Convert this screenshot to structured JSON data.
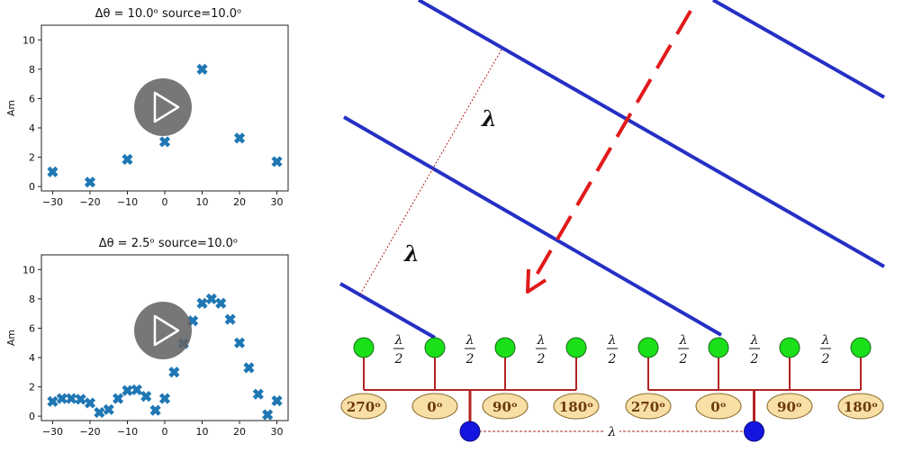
{
  "plots": [
    {
      "id": "top",
      "title": "Δθ = 10.0ᵒ  source=10.0ᵒ",
      "ylabel": "Am",
      "xlim": [
        -33,
        33
      ],
      "ylim": [
        -0.3,
        11
      ],
      "xticks": [
        -30,
        -20,
        -10,
        0,
        10,
        20,
        30
      ],
      "yticks": [
        0,
        2,
        4,
        6,
        8,
        10
      ],
      "marker_color": "#1f77b4",
      "points": [
        [
          -30,
          1.0
        ],
        [
          -20,
          0.3
        ],
        [
          -10,
          1.85
        ],
        [
          0,
          3.05
        ],
        [
          10,
          8.0
        ],
        [
          20,
          3.3
        ],
        [
          30,
          1.7
        ]
      ]
    },
    {
      "id": "bottom",
      "title": "Δθ = 2.5ᵒ  source=10.0ᵒ",
      "ylabel": "Am",
      "xlim": [
        -33,
        33
      ],
      "ylim": [
        -0.3,
        11
      ],
      "xticks": [
        -30,
        -20,
        -10,
        0,
        10,
        20,
        30
      ],
      "yticks": [
        0,
        2,
        4,
        6,
        8,
        10
      ],
      "marker_color": "#1f77b4",
      "points": [
        [
          -30,
          1.0
        ],
        [
          -27.5,
          1.2
        ],
        [
          -25,
          1.2
        ],
        [
          -22.5,
          1.15
        ],
        [
          -20,
          0.9
        ],
        [
          -17.5,
          0.25
        ],
        [
          -15,
          0.45
        ],
        [
          -12.5,
          1.2
        ],
        [
          -10,
          1.75
        ],
        [
          -7.5,
          1.8
        ],
        [
          -5,
          1.35
        ],
        [
          -2.5,
          0.4
        ],
        [
          0,
          1.2
        ],
        [
          2.5,
          3.0
        ],
        [
          5,
          4.95
        ],
        [
          7.5,
          6.5
        ],
        [
          10,
          7.7
        ],
        [
          12.5,
          8.0
        ],
        [
          15,
          7.7
        ],
        [
          17.5,
          6.6
        ],
        [
          20,
          5.0
        ],
        [
          22.5,
          3.3
        ],
        [
          25,
          1.5
        ],
        [
          27.5,
          0.1
        ],
        [
          30,
          1.05
        ]
      ]
    }
  ],
  "diagram": {
    "wave_color": "#2430c4",
    "ray_color": "#e11a1a",
    "feed_color": "#b22222",
    "element_color": "#19e019",
    "source_color": "#1515e0",
    "phase_fill": "#f8dfa6",
    "wavelength_label": "λ",
    "half_wave_numerator": "λ",
    "half_wave_denominator": "2",
    "separation_label": "λ",
    "phases": [
      "270ᵒ",
      "0ᵒ",
      "90ᵒ",
      "180ᵒ",
      "270ᵒ",
      "0ᵒ",
      "90ᵒ",
      "180ᵒ"
    ]
  }
}
